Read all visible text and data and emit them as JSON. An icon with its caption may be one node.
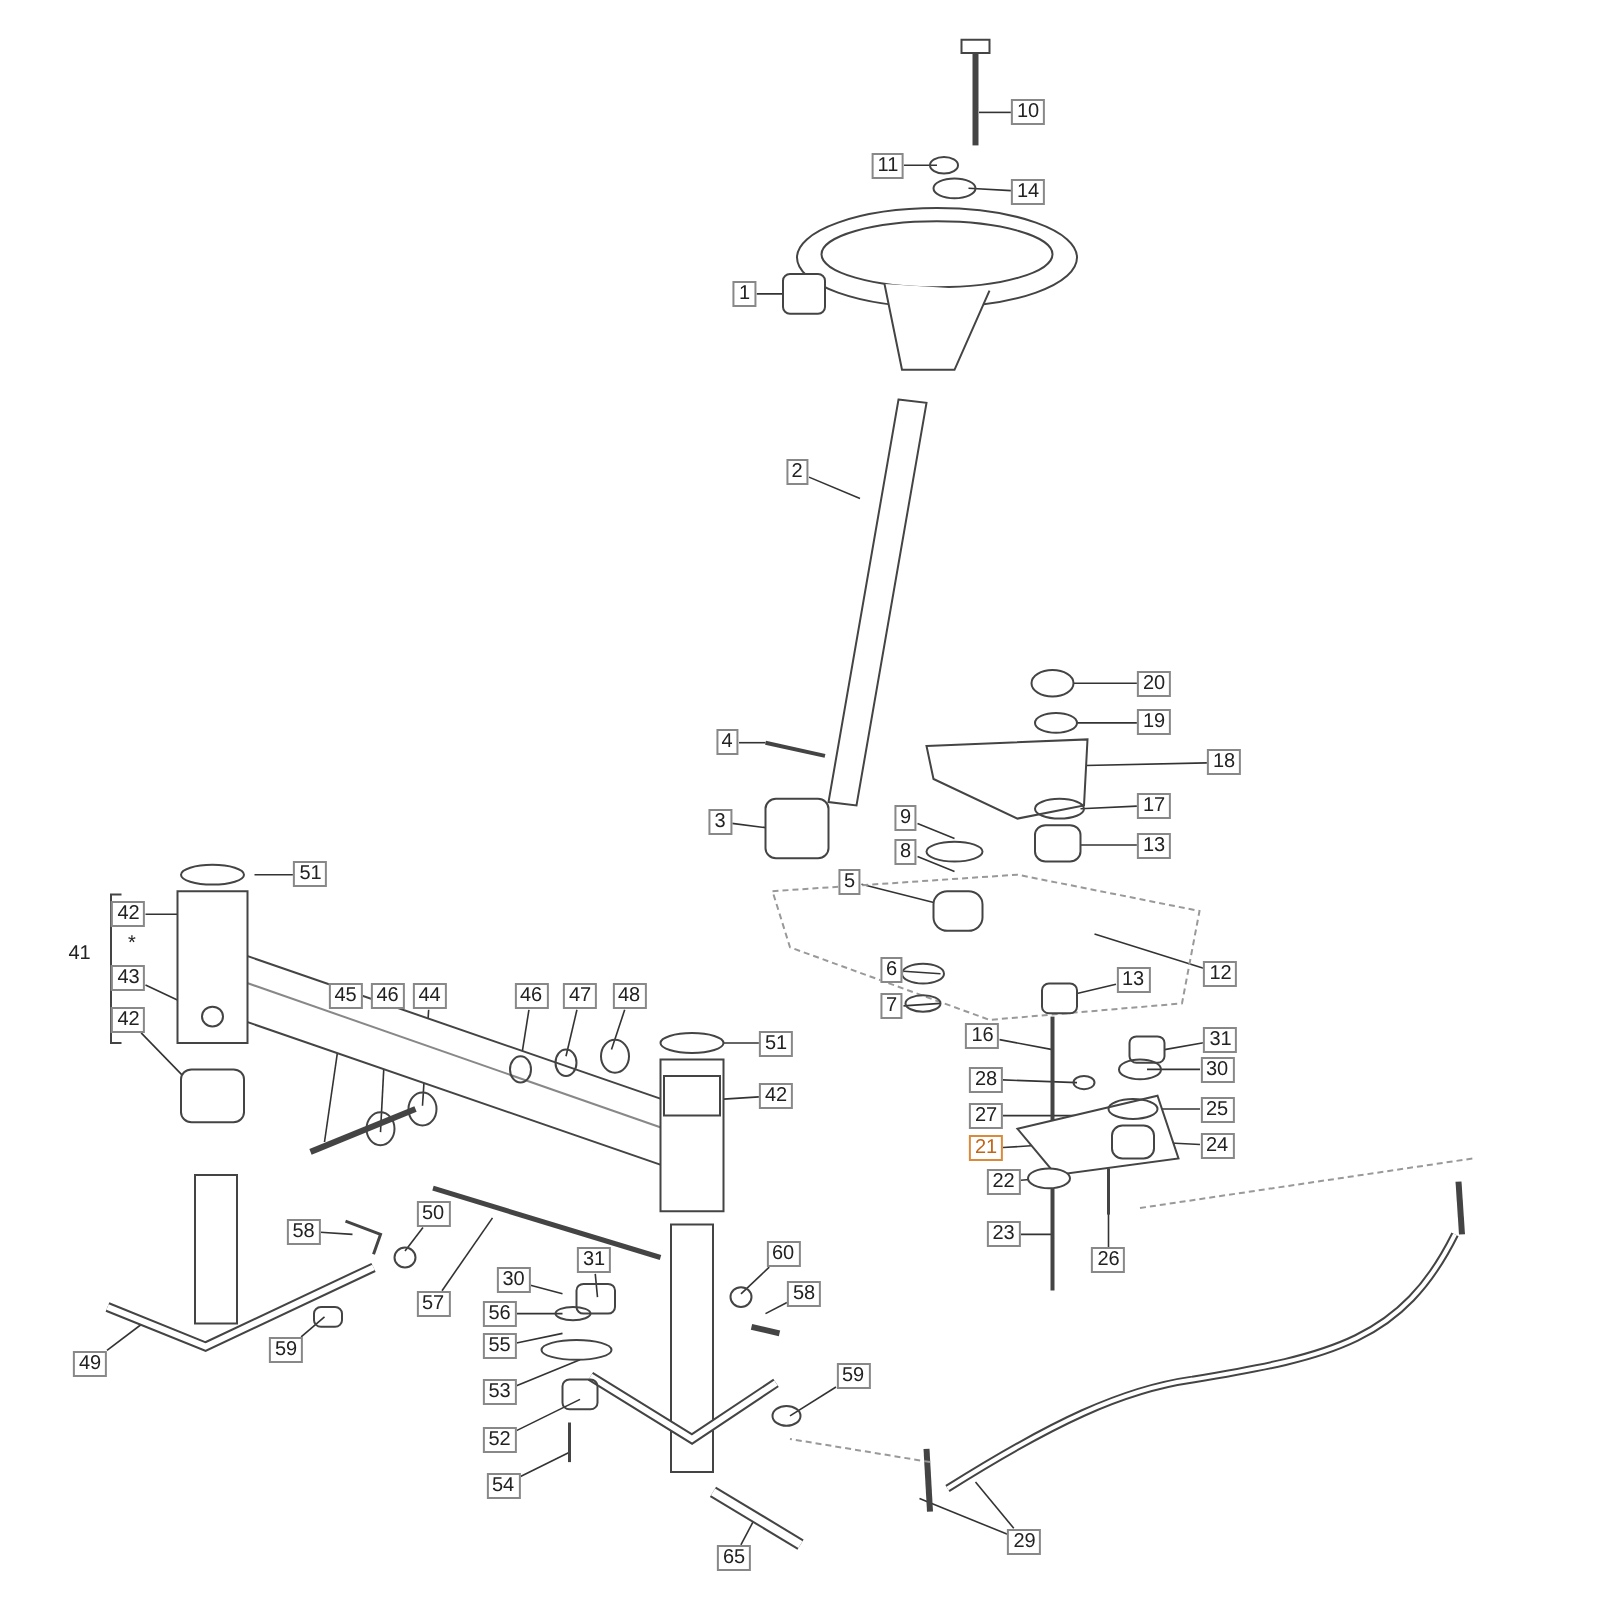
{
  "diagram": {
    "nodes": [
      {
        "text": [
          "10"
        ]
      },
      {
        "text": [
          "11"
        ]
      },
      {
        "text": [
          "14"
        ]
      },
      {
        "text": [
          "1"
        ]
      },
      {
        "text": [
          "2"
        ]
      },
      {
        "text": [
          "20"
        ]
      },
      {
        "text": [
          "4"
        ]
      },
      {
        "text": [
          "19"
        ]
      },
      {
        "text": [
          "18"
        ]
      },
      {
        "text": [
          "17"
        ]
      },
      {
        "text": [
          "9"
        ]
      },
      {
        "text": [
          "3"
        ]
      },
      {
        "text": [
          "13"
        ]
      },
      {
        "text": [
          "8"
        ]
      },
      {
        "text": [
          "51"
        ]
      },
      {
        "text": [
          "5"
        ]
      },
      {
        "text": [
          "42"
        ]
      },
      {
        "text": [
          "43"
        ]
      },
      {
        "text": [
          "6"
        ]
      },
      {
        "text": [
          "12"
        ]
      },
      {
        "text": [
          "13"
        ]
      },
      {
        "text": [
          "42"
        ]
      },
      {
        "text": [
          "45"
        ]
      },
      {
        "text": [
          "46"
        ]
      },
      {
        "text": [
          "44"
        ]
      },
      {
        "text": [
          "46"
        ]
      },
      {
        "text": [
          "47"
        ]
      },
      {
        "text": [
          "48"
        ]
      },
      {
        "text": [
          "7"
        ]
      },
      {
        "text": [
          "16"
        ]
      },
      {
        "text": [
          "31"
        ]
      },
      {
        "text": [
          "51"
        ]
      },
      {
        "text": [
          "30"
        ]
      },
      {
        "text": [
          "28"
        ]
      },
      {
        "text": [
          "42"
        ]
      },
      {
        "text": [
          "25"
        ]
      },
      {
        "text": [
          "27"
        ]
      },
      {
        "text": [
          "24"
        ]
      },
      {
        "text": [
          "21"
        ]
      },
      {
        "text": [
          "22"
        ]
      },
      {
        "text": [
          "58"
        ]
      },
      {
        "text": [
          "50"
        ]
      },
      {
        "text": [
          "23"
        ]
      },
      {
        "text": [
          "26"
        ]
      },
      {
        "text": [
          "60"
        ]
      },
      {
        "text": [
          "31"
        ]
      },
      {
        "text": [
          "30"
        ]
      },
      {
        "text": [
          "58"
        ]
      },
      {
        "text": [
          "57"
        ]
      },
      {
        "text": [
          "56"
        ]
      },
      {
        "text": [
          "55"
        ]
      },
      {
        "text": [
          "59"
        ]
      },
      {
        "text": [
          "49"
        ]
      },
      {
        "text": [
          "59"
        ]
      },
      {
        "text": [
          "53"
        ]
      },
      {
        "text": [
          "52"
        ]
      },
      {
        "text": [
          "54"
        ]
      },
      {
        "text": [
          "29"
        ]
      },
      {
        "text": [
          "65"
        ]
      }
    ],
    "edges": [
      {
        "from": 0,
        "to": null,
        "arrow": "none"
      },
      {
        "from": 1,
        "to": null,
        "arrow": "none"
      },
      {
        "from": 2,
        "to": null,
        "arrow": "none"
      },
      {
        "from": 3,
        "to": null,
        "arrow": "none"
      },
      {
        "from": 4,
        "to": null,
        "arrow": "none"
      },
      {
        "from": 5,
        "to": null,
        "arrow": "none"
      },
      {
        "from": 6,
        "to": null,
        "arrow": "none"
      },
      {
        "from": 7,
        "to": null,
        "arrow": "none"
      },
      {
        "from": 8,
        "to": null,
        "arrow": "none"
      },
      {
        "from": 9,
        "to": null,
        "arrow": "none"
      },
      {
        "from": 10,
        "to": null,
        "arrow": "none"
      },
      {
        "from": 11,
        "to": null,
        "arrow": "none"
      },
      {
        "from": 12,
        "to": null,
        "arrow": "none"
      },
      {
        "from": 13,
        "to": null,
        "arrow": "none"
      },
      {
        "from": 14,
        "to": null,
        "arrow": "none"
      },
      {
        "from": 15,
        "to": null,
        "arrow": "none"
      },
      {
        "from": 16,
        "to": null,
        "arrow": "none"
      },
      {
        "from": 17,
        "to": null,
        "arrow": "none"
      },
      {
        "from": 18,
        "to": null,
        "arrow": "none"
      },
      {
        "from": 19,
        "to": null,
        "arrow": "none"
      },
      {
        "from": 20,
        "to": null,
        "arrow": "none"
      },
      {
        "from": 21,
        "to": null,
        "arrow": "none"
      },
      {
        "from": 22,
        "to": null,
        "arrow": "none"
      },
      {
        "from": 23,
        "to": null,
        "arrow": "none"
      },
      {
        "from": 24,
        "to": null,
        "arrow": "none"
      },
      {
        "from": 25,
        "to": null,
        "arrow": "none"
      },
      {
        "from": 26,
        "to": null,
        "arrow": "none"
      },
      {
        "from": 27,
        "to": null,
        "arrow": "none"
      },
      {
        "from": 28,
        "to": null,
        "arrow": "none"
      },
      {
        "from": 29,
        "to": null,
        "arrow": "none"
      },
      {
        "from": 30,
        "to": null,
        "arrow": "none"
      },
      {
        "from": 31,
        "to": null,
        "arrow": "none"
      },
      {
        "from": 32,
        "to": null,
        "arrow": "none"
      },
      {
        "from": 33,
        "to": null,
        "arrow": "none"
      },
      {
        "from": 34,
        "to": null,
        "arrow": "none"
      },
      {
        "from": 35,
        "to": null,
        "arrow": "none"
      },
      {
        "from": 36,
        "to": null,
        "arrow": "none"
      },
      {
        "from": 37,
        "to": null,
        "arrow": "none"
      },
      {
        "from": 38,
        "to": null,
        "arrow": "none"
      },
      {
        "from": 39,
        "to": null,
        "arrow": "none"
      },
      {
        "from": 40,
        "to": null,
        "arrow": "none"
      },
      {
        "from": 41,
        "to": null,
        "arrow": "none"
      },
      {
        "from": 42,
        "to": null,
        "arrow": "none"
      },
      {
        "from": 43,
        "to": null,
        "arrow": "none"
      },
      {
        "from": 44,
        "to": null,
        "arrow": "none"
      },
      {
        "from": 45,
        "to": null,
        "arrow": "none"
      },
      {
        "from": 46,
        "to": null,
        "arrow": "none"
      },
      {
        "from": 47,
        "to": null,
        "arrow": "none"
      },
      {
        "from": 48,
        "to": null,
        "arrow": "none"
      },
      {
        "from": 49,
        "to": null,
        "arrow": "none"
      },
      {
        "from": 50,
        "to": null,
        "arrow": "none"
      },
      {
        "from": 51,
        "to": null,
        "arrow": "none"
      },
      {
        "from": 52,
        "to": null,
        "arrow": "none"
      },
      {
        "from": 53,
        "to": null,
        "arrow": "none"
      },
      {
        "from": 54,
        "to": null,
        "arrow": "none"
      },
      {
        "from": 55,
        "to": null,
        "arrow": "none"
      },
      {
        "from": 56,
        "to": null,
        "arrow": "none"
      },
      {
        "from": 57,
        "to": null,
        "arrow": "none"
      },
      {
        "from": 57,
        "to": null,
        "arrow": "none"
      },
      {
        "from": 58,
        "to": null,
        "arrow": "none"
      }
    ],
    "labels": [
      "41",
      "*"
    ]
  }
}
